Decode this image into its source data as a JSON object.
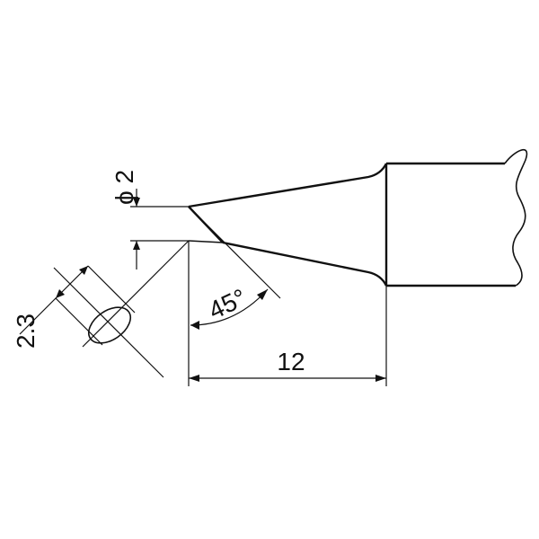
{
  "dimensions": {
    "diameter": "ϕ 2",
    "bevel_width": "2.3",
    "angle": "45°",
    "length": "12"
  },
  "colors": {
    "line": "#111111",
    "background": "#ffffff"
  }
}
